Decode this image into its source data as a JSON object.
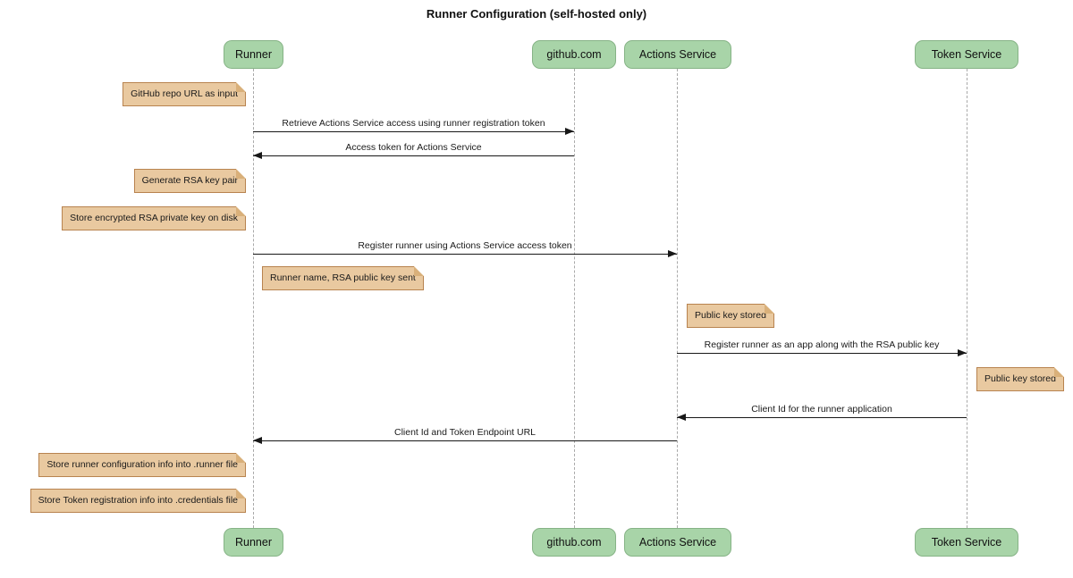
{
  "title": "Runner Configuration (self-hosted only)",
  "diagram_type": "sequence-diagram",
  "participants": [
    {
      "name": "Runner"
    },
    {
      "name": "github.com"
    },
    {
      "name": "Actions Service"
    },
    {
      "name": "Token Service"
    }
  ],
  "notes": [
    {
      "text": "GitHub repo URL as input",
      "position": "left of Runner"
    },
    {
      "text": "Generate RSA key pair",
      "position": "left of Runner"
    },
    {
      "text": "Store encrypted RSA private key on disk",
      "position": "left of Runner"
    },
    {
      "text": "Runner name, RSA public key sent",
      "position": "right of Runner"
    },
    {
      "text": "Public key stored",
      "position": "right of Actions Service"
    },
    {
      "text": "Public key stored",
      "position": "right of Token Service"
    },
    {
      "text": "Store runner configuration info into .runner file",
      "position": "left of Runner"
    },
    {
      "text": "Store Token registration info into .credentials file",
      "position": "left of Runner"
    }
  ],
  "messages": [
    {
      "label": "Retrieve Actions Service access using runner registration token",
      "from": "Runner",
      "to": "github.com"
    },
    {
      "label": "Access token for Actions Service",
      "from": "github.com",
      "to": "Runner"
    },
    {
      "label": "Register runner using Actions Service access token",
      "from": "Runner",
      "to": "Actions Service"
    },
    {
      "label": "Register runner as an app along with the RSA public key",
      "from": "Actions Service",
      "to": "Token Service"
    },
    {
      "label": "Client Id for the runner application",
      "from": "Token Service",
      "to": "Actions Service"
    },
    {
      "label": "Client Id and Token Endpoint URL",
      "from": "Actions Service",
      "to": "Runner"
    }
  ],
  "colors": {
    "background": "#ffffff",
    "participant_fill": "#a8d4a8",
    "participant_border": "#86b386",
    "note_fill": "#e9c9a0",
    "note_border": "#b8834f",
    "lifeline": "#a9a9a9",
    "arrow": "#181818",
    "text": "#1a1a1a"
  }
}
